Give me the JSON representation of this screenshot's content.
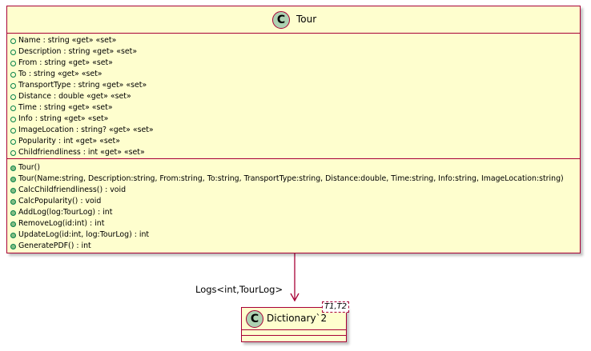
{
  "classes": {
    "tour": {
      "icon_letter": "C",
      "name": "Tour",
      "fields": [
        "Name : string «get» «set»",
        "Description : string «get» «set»",
        "From : string «get» «set»",
        "To : string «get» «set»",
        "TransportType : string «get» «set»",
        "Distance : double «get» «set»",
        "Time : string «get» «set»",
        "Info : string «get» «set»",
        "ImageLocation : string? «get» «set»",
        "Popularity : int «get» «set»",
        "Childfriendliness : int «get» «set»"
      ],
      "methods": [
        "Tour()",
        "Tour(Name:string, Description:string, From:string, To:string, TransportType:string, Distance:double, Time:string, Info:string, ImageLocation:string)",
        "CalcChildfriendliness() : void",
        "CalcPopularity() : void",
        "AddLog(log:TourLog) : int",
        "RemoveLog(id:int) : int",
        "UpdateLog(id:int, log:TourLog) : int",
        "GeneratePDF() : int"
      ]
    },
    "dictionary": {
      "icon_letter": "C",
      "name": "Dictionary`2",
      "type_params": "T1,T2"
    }
  },
  "association": {
    "label": "Logs<int,TourLog>"
  },
  "colors": {
    "border": "#a80036",
    "fill": "#fefece",
    "icon": "#add1b2",
    "visibility": "#84be84"
  }
}
